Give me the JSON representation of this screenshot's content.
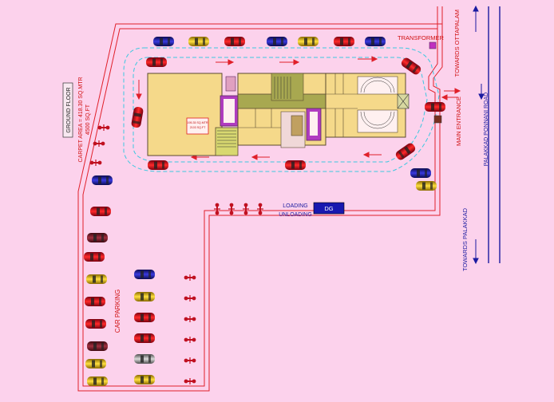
{
  "labels": {
    "transformer": "TRANSFORMER",
    "towards_ottapalam": "TOWARDS OTTAPALAM",
    "main_entrance": "MAIN ENTRANCE",
    "palakkad_ponnani_road": "PALAKKAD PONNANI ROAD",
    "towards_palakkad": "TOWARDS PALAKKAD",
    "ground_floor": "GROUND FLOOR",
    "carpet_area_line1": "CARPET AREA = 418.30 SQ.MTR",
    "carpet_area_line2": "4500 SQ.FT",
    "loading": "LOADING",
    "unloading": "UNLOADING",
    "dg": "DG",
    "car_parking": "CAR PARKING",
    "main_hall_line1": "195.35 SQ.MTR",
    "main_hall_line2": "2103 SQ.FT"
  },
  "colors": {
    "background": "#fcd2ec",
    "boundary": "#e0202a",
    "driveway": "#3cc8e0",
    "road_line": "#1a1aa0",
    "building_fill": "#f5d98a",
    "stairs": "#b03cc0",
    "corridor": "#a8a850",
    "dg_fill": "#1818b0"
  }
}
